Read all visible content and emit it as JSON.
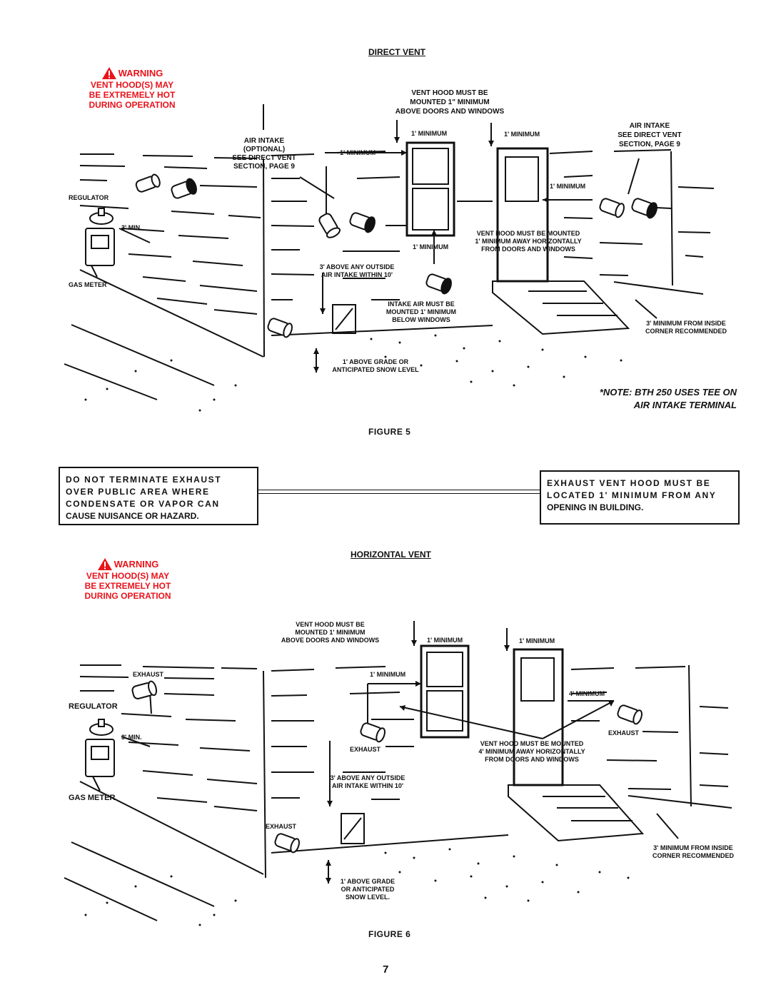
{
  "warnings": [
    {
      "title": "WARNING",
      "lines": [
        "VENT HOOD(S) MAY",
        "BE EXTREMELY HOT",
        "DURING OPERATION"
      ]
    },
    {
      "title": "WARNING",
      "lines": [
        "VENT HOOD(S) MAY",
        "BE EXTREMELY HOT",
        "DURING OPERATION"
      ]
    }
  ],
  "figure5": {
    "heading": "DIRECT VENT",
    "caption": "FIGURE 5",
    "labels": {
      "vent_hood_top": [
        "VENT HOOD MUST BE",
        "MOUNTED 1\" MINIMUM",
        "ABOVE DOORS AND WINDOWS"
      ],
      "air_intake_right": [
        "AIR INTAKE",
        "SEE DIRECT VENT",
        "SECTION, PAGE 9"
      ],
      "air_intake_optional": [
        "AIR INTAKE",
        "(OPTIONAL)",
        "SEE DIRECT VENT",
        "SECTION, PAGE 9"
      ],
      "regulator": "REGULATOR",
      "gas_meter": "GAS METER",
      "three_min": "3' MIN.",
      "one_min_a": "1' MINIMUM",
      "one_min_b": "1' MINIMUM",
      "one_min_c": "1' MINIMUM",
      "one_min_d": "1' MINIMUM",
      "one_min_e": "1' MINIMUM",
      "three_above": [
        "3' ABOVE ANY OUTSIDE",
        "AIR INTAKE WITHIN 10'"
      ],
      "intake_below": [
        "INTAKE AIR MUST BE",
        "MOUNTED 1' MINIMUM",
        "BELOW WINDOWS"
      ],
      "vent_away": [
        "VENT HOOD MUST BE MOUNTED",
        "1' MINIMUM AWAY HORIZONTALLY",
        "FROM DOORS AND WINDOWS"
      ],
      "above_grade": [
        "1' ABOVE GRADE OR",
        "ANTICIPATED SNOW LEVEL"
      ],
      "corner": [
        "3' MINIMUM FROM INSIDE",
        "CORNER RECOMMENDED"
      ]
    },
    "note": [
      "*NOTE: BTH 250 USES TEE ON",
      "AIR INTAKE TERMINAL"
    ]
  },
  "callouts": {
    "left": [
      "DO NOT TERMINATE EXHAUST",
      "OVER PUBLIC AREA WHERE",
      "CONDENSATE OR VAPOR CAN",
      "CAUSE NUISANCE OR HAZARD."
    ],
    "right": [
      "EXHAUST VENT HOOD MUST BE",
      "LOCATED 1' MINIMUM FROM ANY",
      "OPENING IN BUILDING."
    ]
  },
  "figure6": {
    "heading": "HORIZONTAL VENT",
    "caption": "FIGURE 6",
    "labels": {
      "vent_hood_top": [
        "VENT HOOD MUST BE",
        "MOUNTED 1' MINIMUM",
        "ABOVE DOORS AND WINDOWS"
      ],
      "one_min_a": "1' MINIMUM",
      "one_min_b": "1' MINIMUM",
      "one_min_c": "1' MINIMUM",
      "four_min": "4' MINIMUM",
      "exhaust_a": "EXHAUST",
      "exhaust_b": "EXHAUST",
      "exhaust_c": "EXHAUST",
      "exhaust_d": "EXHAUST",
      "regulator": "REGULATOR",
      "gas_meter": "GAS METER",
      "three_min": "3' MIN.",
      "three_above": [
        "3' ABOVE ANY OUTSIDE",
        "AIR INTAKE WITHIN 10'"
      ],
      "vent_away": [
        "VENT HOOD MUST BE MOUNTED",
        "4' MINIMUM AWAY HORIZONTALLY",
        "FROM DOORS AND WINDOWS"
      ],
      "above_grade": [
        "1' ABOVE GRADE",
        "OR ANTICIPATED",
        "SNOW LEVEL."
      ],
      "corner": [
        "3' MINIMUM FROM INSIDE",
        "CORNER RECOMMENDED"
      ]
    }
  },
  "page_number": "7",
  "colors": {
    "warning": "#e8131b",
    "ink": "#111111"
  }
}
